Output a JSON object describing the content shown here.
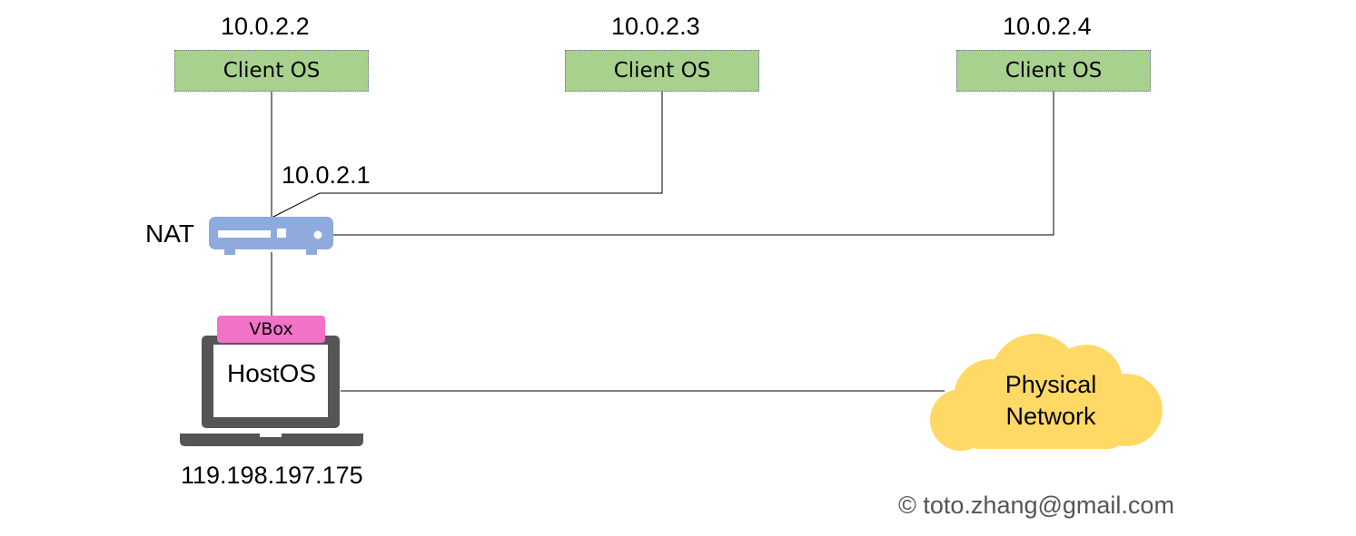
{
  "clients": [
    {
      "ip": "10.0.2.2",
      "label": "Client OS"
    },
    {
      "ip": "10.0.2.3",
      "label": "Client OS"
    },
    {
      "ip": "10.0.2.4",
      "label": "Client OS"
    }
  ],
  "nat": {
    "label": "NAT",
    "gateway_ip": "10.0.2.1"
  },
  "host": {
    "vbox_label": "VBox",
    "label": "HostOS",
    "ip": "119.198.197.175"
  },
  "network": {
    "line1": "Physical",
    "line2": "Network"
  },
  "copyright": "© toto.zhang@gmail.com",
  "colors": {
    "client_fill": "#a9d18e",
    "router": "#8faadc",
    "vbox": "#f272c8",
    "laptop": "#555555",
    "cloud": "#ffd966"
  }
}
